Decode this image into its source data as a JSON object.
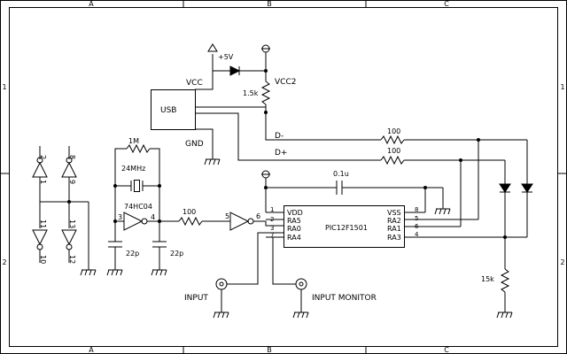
{
  "frame": {
    "col_labels": [
      "A",
      "B",
      "C"
    ],
    "row_labels": [
      "1",
      "2"
    ]
  },
  "usb": {
    "box_label": "USB",
    "vcc_label": "VCC",
    "gnd_label": "GND",
    "dminus_label": "D-",
    "dplus_label": "D+"
  },
  "power": {
    "plus5v_label": "+5V",
    "vcc2_label": "VCC2",
    "r_vcc2_value": "1.5k"
  },
  "oscillator": {
    "r_feedback_value": "1M",
    "crystal_value": "24MHz",
    "inverter_part": "74HC04",
    "inverter_pin_in": "3",
    "inverter_pin_out": "4",
    "cap_left_value": "22p",
    "cap_right_value": "22p"
  },
  "series": {
    "r_value": "100",
    "buffer_pin_in": "5",
    "buffer_pin_out": "6"
  },
  "spare_gates": {
    "g1_in": "1",
    "g1_out": "2",
    "g2_in": "9",
    "g2_out": "8",
    "g3_in": "11",
    "g3_out": "10",
    "g4_in": "13",
    "g4_out": "12"
  },
  "mcu": {
    "part": "PIC12F1501",
    "decoupling_cap_value": "0.1u",
    "left_pins": [
      {
        "num": "1",
        "name": "VDD"
      },
      {
        "num": "2",
        "name": "RA5"
      },
      {
        "num": "3",
        "name": "RA0"
      },
      {
        "num": "7",
        "name": "RA4"
      }
    ],
    "right_pins": [
      {
        "num": "8",
        "name": "VSS"
      },
      {
        "num": "5",
        "name": "RA2"
      },
      {
        "num": "6",
        "name": "RA1"
      },
      {
        "num": "4",
        "name": "RA3"
      }
    ]
  },
  "dlines": {
    "r_top_value": "100",
    "r_bottom_value": "100",
    "pulldown_value": "15k"
  },
  "connectors": {
    "input_label": "INPUT",
    "monitor_label": "INPUT MONITOR"
  }
}
